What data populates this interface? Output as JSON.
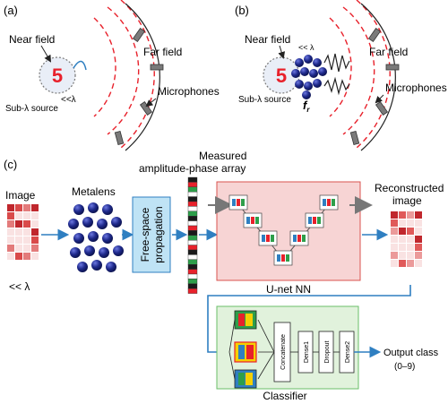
{
  "panels": {
    "a": {
      "tag": "(a)",
      "near_field": "Near field",
      "far_field": "Far field",
      "microphones": "Microphones",
      "sub_source": "Sub-λ source",
      "ll_lambda": "<<λ",
      "digit": "5"
    },
    "b": {
      "tag": "(b)",
      "near_field": "Near field",
      "far_field": "Far field",
      "microphones": "Microphones",
      "sub_source": "Sub-λ source",
      "ll_lambda": "<< λ",
      "fr_main": "f",
      "fr_sub": "r",
      "digit": "5"
    },
    "c": {
      "tag": "(c)",
      "image_label": "Image",
      "ll_lambda": "<< λ",
      "metalens": "Metalens",
      "free_space_1": "Free-space",
      "free_space_2": "propagation",
      "measured_1": "Measured",
      "measured_2": "amplitude-phase array",
      "unet": "U-net NN",
      "reconstructed_1": "Reconstructed",
      "reconstructed_2": "image",
      "classifier": "Classifier",
      "concatenate": "Concatenate",
      "dense1": "Dense1",
      "dropout": "Dropout",
      "dense2": "Dense2",
      "output_class": "Output class",
      "output_range": "(0–9)"
    }
  },
  "colors": {
    "red_dash": "#e8212b",
    "blue": "#2f7fc1",
    "navy_sphere": "#1f2a8c",
    "unet_fill": "#f7d4d4",
    "unet_border": "#d9534f",
    "classifier_fill": "#e1f2dc",
    "classifier_border": "#6abf69",
    "freespace_fill": "#bfe3f5"
  }
}
